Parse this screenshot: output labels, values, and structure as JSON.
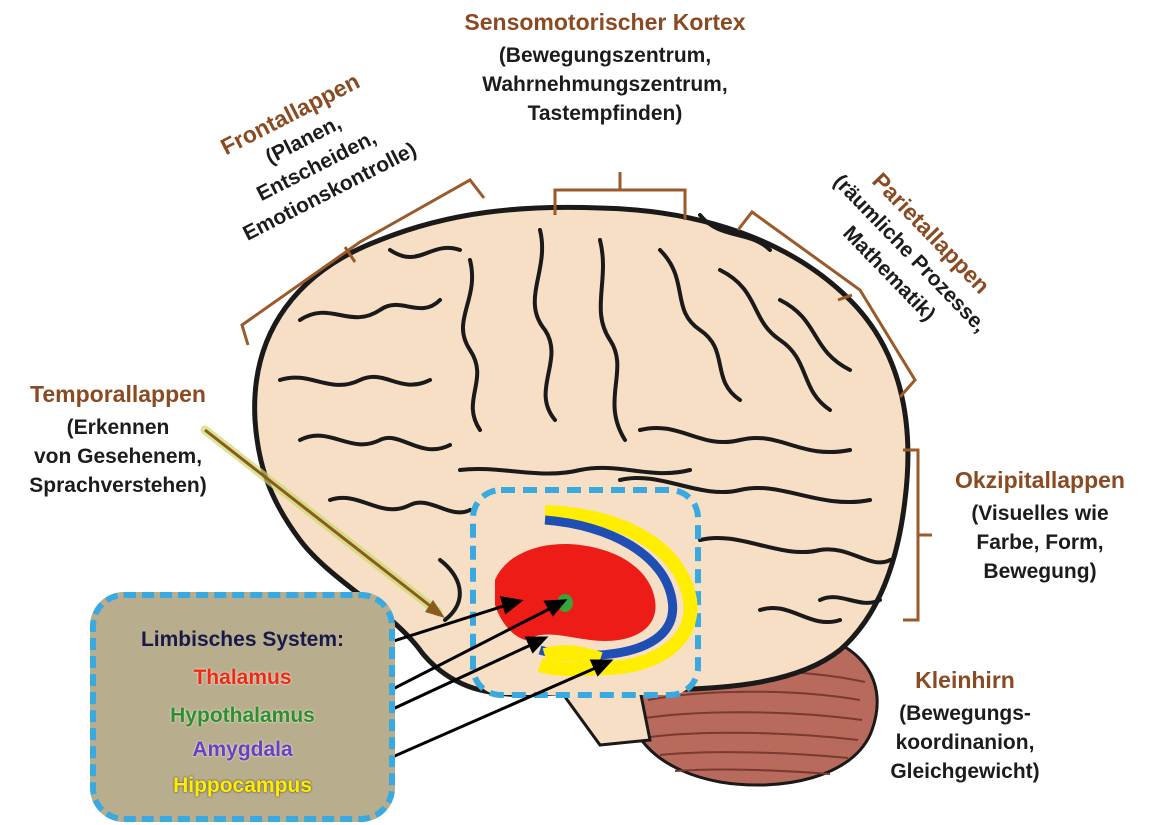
{
  "colors": {
    "brain_fill": "#f6dfc4",
    "brain_outline": "#1a1a1a",
    "bracket": "#9a5a2a",
    "title_text": "#8a4a22",
    "box_border": "#39a9e0",
    "box_fill": "#b8ad8c",
    "cerebellum": "#b86a5c",
    "thalamus": "#ee1c16",
    "hypothalamus": "#3aa33a",
    "amygdala": "#1f4fb4",
    "hippocampus": "#ffee00",
    "arrow_green": "#8aa034"
  },
  "labels": {
    "sensomotor": {
      "title": "Sensomotorischer Kortex",
      "line1": "(Bewegungszentrum,",
      "line2": "Wahrnehmungszentrum,",
      "line3": "Tastempfinden)"
    },
    "frontal": {
      "title": "Frontallappen",
      "line1": "(Planen,",
      "line2": "Entscheiden,",
      "line3": "Emotionskontrolle)"
    },
    "parietal": {
      "title": "Parietallappen",
      "line1": "(räumliche Prozesse,",
      "line2": "Mathematik)"
    },
    "temporal": {
      "title": "Temporallappen",
      "line1": "(Erkennen",
      "line2": "von Gesehenem,",
      "line3": "Sprachverstehen)"
    },
    "occipital": {
      "title": "Okzipitallappen",
      "line1": "(Visuelles wie",
      "line2": "Farbe, Form,",
      "line3": "Bewegung)"
    },
    "cerebellum": {
      "title": "Kleinhirn",
      "line1": "(Bewegungs-",
      "line2": "koordinanion,",
      "line3": "Gleichgewicht)"
    }
  },
  "limbic": {
    "heading": "Limbisches System:",
    "items": [
      "Thalamus",
      "Hypothalamus",
      "Amygdala",
      "Hippocampus"
    ]
  }
}
